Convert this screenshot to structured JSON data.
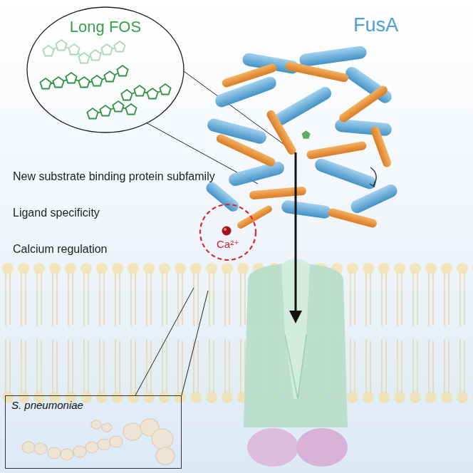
{
  "diagram": {
    "nodes": [
      {
        "text": [
          "Long FOS"
        ]
      },
      {
        "text": [
          "Ca²⁺"
        ]
      },
      {
        "text": [
          "S. pneumoniae"
        ]
      }
    ],
    "labels": [
      "FusA",
      "New substrate binding protein subfamily",
      "Ligand specificity",
      "Calcium regulation"
    ]
  }
}
